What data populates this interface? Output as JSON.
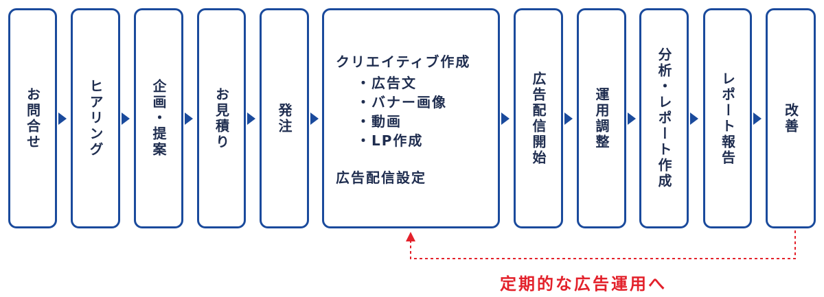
{
  "steps": [
    {
      "id": "inquiry",
      "label": "お問合せ"
    },
    {
      "id": "hearing",
      "label": "ヒアリング"
    },
    {
      "id": "planning",
      "label": "企画・提案"
    },
    {
      "id": "estimate",
      "label": "お見積り"
    },
    {
      "id": "order",
      "label": "発注"
    },
    {
      "id": "ad-start",
      "label": "広告配信開始"
    },
    {
      "id": "ops-adjust",
      "label": "運用調整"
    },
    {
      "id": "analysis-report",
      "label": "分析・レポート作成"
    },
    {
      "id": "report",
      "label": "レポート報告"
    },
    {
      "id": "improve",
      "label": "改善"
    }
  ],
  "creative": {
    "title": "クリエイティブ作成",
    "items": [
      "・広告文",
      "・バナー画像",
      "・動画",
      "・LP作成"
    ],
    "sub": "広告配信設定"
  },
  "loop": {
    "label": "定期的な広告運用へ",
    "color": "#e3212b"
  },
  "colors": {
    "border": "#1a4a9c",
    "text": "#1f2d4f"
  }
}
